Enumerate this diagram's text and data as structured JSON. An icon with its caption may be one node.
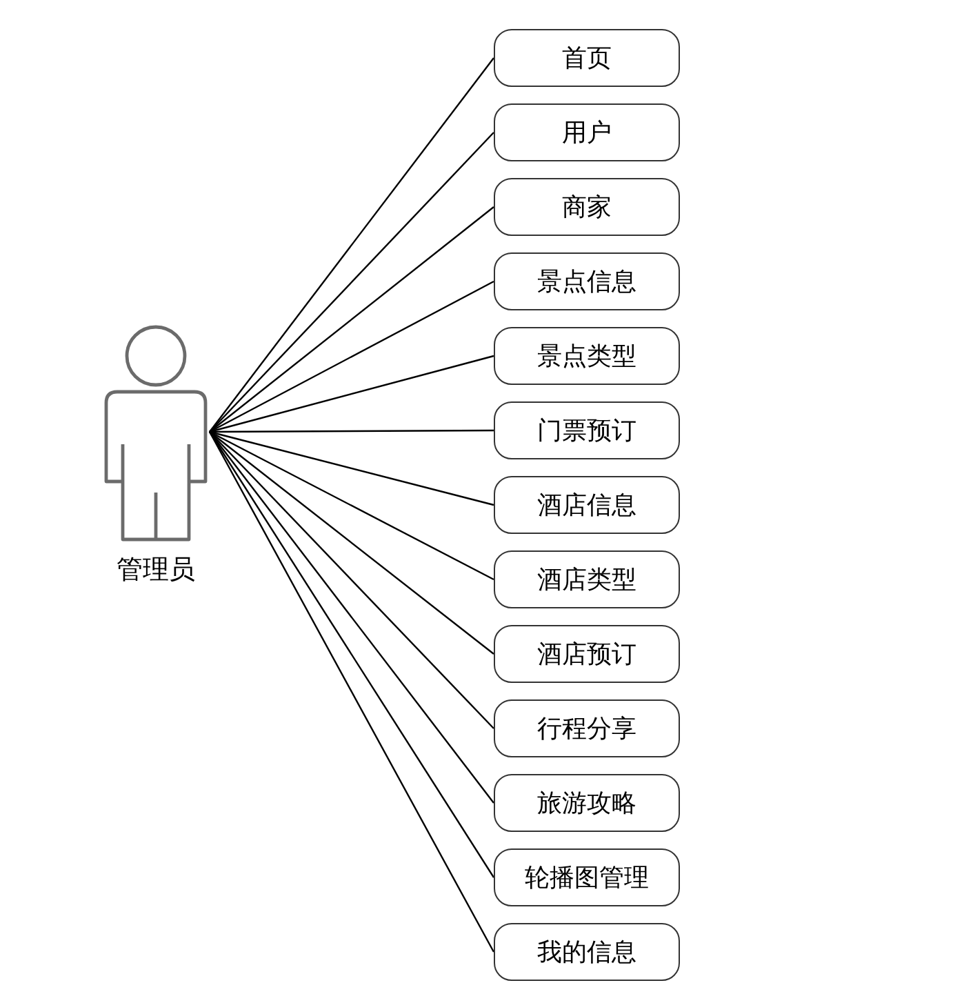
{
  "diagram": {
    "nodes": [
      {
        "text": [
          "管理员"
        ]
      },
      {
        "text": [
          "首页"
        ]
      },
      {
        "text": [
          "用户"
        ]
      },
      {
        "text": [
          "商家"
        ]
      },
      {
        "text": [
          "景点信息"
        ]
      },
      {
        "text": [
          "景点类型"
        ]
      },
      {
        "text": [
          "门票预订"
        ]
      },
      {
        "text": [
          "酒店信息"
        ]
      },
      {
        "text": [
          "酒店类型"
        ]
      },
      {
        "text": [
          "酒店预订"
        ]
      },
      {
        "text": [
          "行程分享"
        ]
      },
      {
        "text": [
          "旅游攻略"
        ]
      },
      {
        "text": [
          "轮播图管理"
        ]
      },
      {
        "text": [
          "我的信息"
        ]
      }
    ],
    "edges": [
      {
        "from": 0,
        "to": 1,
        "arrow": "none"
      },
      {
        "from": 0,
        "to": 2,
        "arrow": "none"
      },
      {
        "from": 0,
        "to": 3,
        "arrow": "none"
      },
      {
        "from": 0,
        "to": 4,
        "arrow": "none"
      },
      {
        "from": 0,
        "to": 5,
        "arrow": "none"
      },
      {
        "from": 0,
        "to": 6,
        "arrow": "none"
      },
      {
        "from": 0,
        "to": 7,
        "arrow": "none"
      },
      {
        "from": 0,
        "to": 8,
        "arrow": "none"
      },
      {
        "from": 0,
        "to": 9,
        "arrow": "none"
      },
      {
        "from": 0,
        "to": 10,
        "arrow": "none"
      },
      {
        "from": 0,
        "to": 11,
        "arrow": "none"
      },
      {
        "from": 0,
        "to": 12,
        "arrow": "none"
      },
      {
        "from": 0,
        "to": 13,
        "arrow": "none"
      }
    ]
  }
}
